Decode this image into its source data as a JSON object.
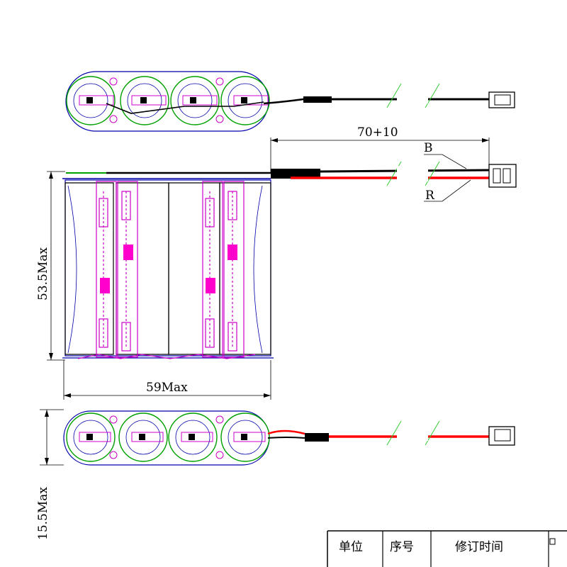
{
  "dimensions": {
    "wire_length": "70+10",
    "height": "53.5Max",
    "width": "59Max",
    "thickness": "15.5Max"
  },
  "wire_labels": {
    "black": "B",
    "red": "R"
  },
  "title_block": {
    "col1": "单位",
    "col2": "序号",
    "col3": "修订时间"
  },
  "colors": {
    "black_wire": "#000000",
    "red_wire": "#ff0000",
    "outline": "#0000aa",
    "cell_green": "#00a000",
    "detail_magenta": "#cc00cc",
    "accent_cyan": "#00c8c8",
    "break_green": "#33cc33"
  }
}
